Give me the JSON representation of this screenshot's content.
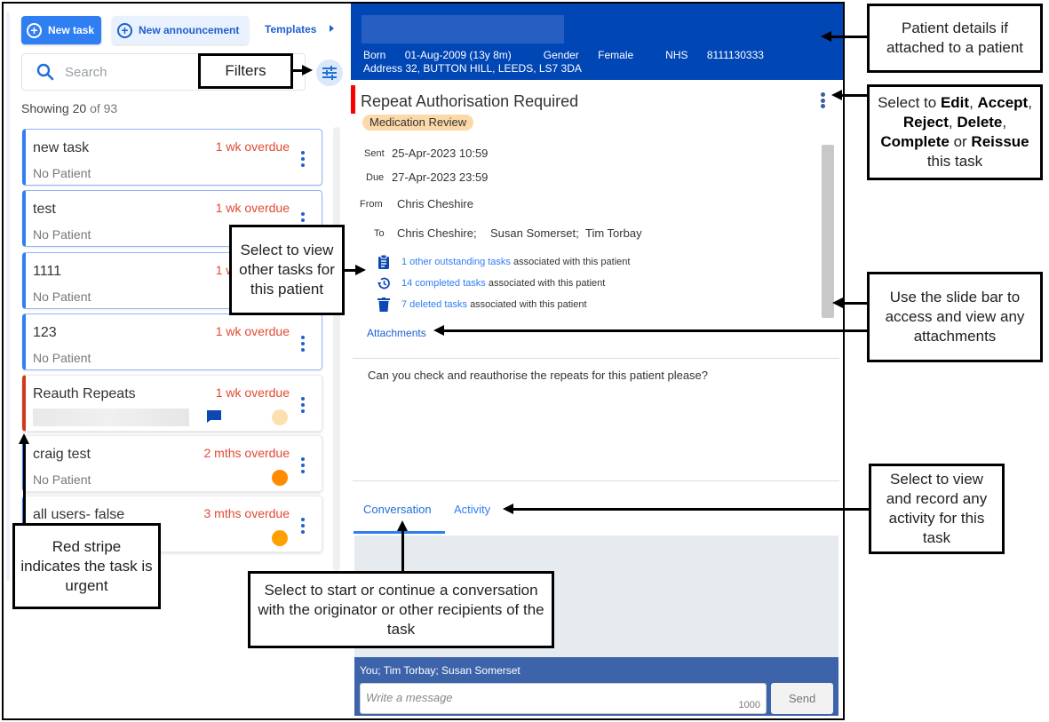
{
  "toolbar": {
    "new_task_label": "New task",
    "new_announcement_label": "New announcement",
    "templates_label": "Templates"
  },
  "search": {
    "placeholder": "Search",
    "value": ""
  },
  "list_summary": {
    "showing_count": "20",
    "of_label": "of",
    "total": "93"
  },
  "tasks": [
    {
      "title": "new task",
      "due": "1 wk overdue",
      "patient": "No Patient",
      "urgent": false,
      "selected": true
    },
    {
      "title": "test",
      "due": "1 wk overdue",
      "patient": "No Patient",
      "urgent": false,
      "selected": true
    },
    {
      "title": "1111",
      "due": "1 wk overdue",
      "patient": "No Patient",
      "urgent": false,
      "selected": true
    },
    {
      "title": "123",
      "due": "1 wk overdue",
      "patient": "No Patient",
      "urgent": false,
      "selected": true
    },
    {
      "title": "Reauth Repeats",
      "due": "1 wk overdue",
      "patient": "",
      "urgent": true,
      "has_conversation": true,
      "status_dot_color": "#fde0b0"
    },
    {
      "title": "craig test",
      "due": "2 mths overdue",
      "patient": "No Patient",
      "urgent": false,
      "status_dot_color": "#ff8c00"
    },
    {
      "title": "all users- false",
      "due": "3 mths overdue",
      "patient": "",
      "urgent": false,
      "status_dot_color": "#ffa000"
    }
  ],
  "patient": {
    "born_label": "Born",
    "born": "01-Aug-2009 (13y 8m)",
    "gender_label": "Gender",
    "gender": "Female",
    "nhs_label": "NHS",
    "nhs": "8111130333",
    "address_label": "Address",
    "address": "32, BUTTON HILL, LEEDS, LS7 3DA"
  },
  "task_detail": {
    "title": "Repeat Authorisation Required",
    "tag": "Medication Review",
    "sent_label": "Sent",
    "sent": "25-Apr-2023 10:59",
    "due_label": "Due",
    "due": "27-Apr-2023 23:59",
    "from_label": "From",
    "from": "Chris Cheshire",
    "to_label": "To",
    "to": [
      "Chris Cheshire;",
      "Susan Somerset;",
      "Tim Torbay"
    ],
    "associated": [
      {
        "icon": "clipboard-icon",
        "link": "1 other outstanding tasks",
        "suffix": "associated with this patient"
      },
      {
        "icon": "history-icon",
        "link": "14 completed tasks",
        "suffix": "associated with this patient"
      },
      {
        "icon": "trash-icon",
        "link": "7 deleted tasks",
        "suffix": "associated with this patient"
      }
    ],
    "attachments_label": "Attachments",
    "message": "Can you check and reauthorise the repeats for this patient please?"
  },
  "tabs": [
    {
      "label": "Conversation",
      "active": true
    },
    {
      "label": "Activity",
      "active": false
    }
  ],
  "conversation": {
    "participants": "You; Tim Torbay; Susan Somerset",
    "placeholder": "Write a message",
    "char_limit": "1000",
    "send_label": "Send"
  },
  "callouts": {
    "filters": "Filters",
    "patient_details": "Patient details if attached to a patient",
    "actions_prefix": "Select to",
    "actions_edit": "Edit",
    "actions_accept": "Accept",
    "actions_reject": "Reject",
    "actions_delete": "Delete",
    "actions_complete": "Complete",
    "actions_or": "or",
    "actions_reissue": "Reissue",
    "actions_suffix": "this task",
    "other_tasks": "Select to view other tasks for this patient",
    "slide_bar": "Use the slide bar to access and view any attachments",
    "activity": "Select to view and record any activity for this task",
    "conversation": "Select to start or continue a conversation with the originator or other recipients of the task",
    "urgent": "Red stripe indicates the task is urgent"
  },
  "colors": {
    "primary": "#2f7ff2",
    "patient_header": "#0046b5",
    "urgent": "#d03a1b",
    "overdue_text": "#e04a33",
    "conversation_bar": "#3d63aa"
  }
}
